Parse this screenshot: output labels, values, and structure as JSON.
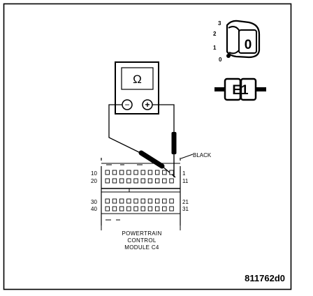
{
  "ohmmeter": {
    "symbol": "Ω",
    "neg_symbol": "−",
    "pos_symbol": "+"
  },
  "wire_label": "BLACK",
  "connector": {
    "pins_upper_left": [
      "10",
      "20"
    ],
    "pins_upper_right": [
      "1",
      "11"
    ],
    "pins_lower_left": [
      "30",
      "40"
    ],
    "pins_lower_right": [
      "21",
      "31"
    ]
  },
  "caption": {
    "line1": "POWERTRAIN",
    "line2": "CONTROL",
    "line3": "MODULE   C4"
  },
  "ignition": {
    "positions": [
      "3",
      "2",
      "1",
      "0"
    ],
    "key_label": "0"
  },
  "connector_icon_label": "E1",
  "figure_id": "811762d0"
}
